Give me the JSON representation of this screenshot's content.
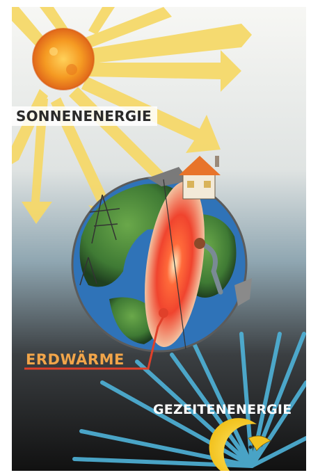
{
  "labels": {
    "solar": "SONNENENERGIE",
    "geothermal": "ERDWÄRME",
    "tidal": "GEZEITENENERGIE"
  },
  "colors": {
    "sky_top": "#f7f7f4",
    "sky_mid": "#8aa2ae",
    "sky_bottom": "#111111",
    "sun_rays": "#f6d96a",
    "sun_core": "#f08a1c",
    "tidal_rays": "#4fb3d9",
    "moon": "#f6d23a",
    "geothermal_label": "#f2a54a",
    "geothermal_line": "#e0402a",
    "earth_ocean": "#2f73b8",
    "earth_land": "#4f8a3a"
  },
  "icons": [
    "sun-icon",
    "earth-icon",
    "house-icon",
    "pylon-icon",
    "water-pipe-icon",
    "moon-icon"
  ]
}
